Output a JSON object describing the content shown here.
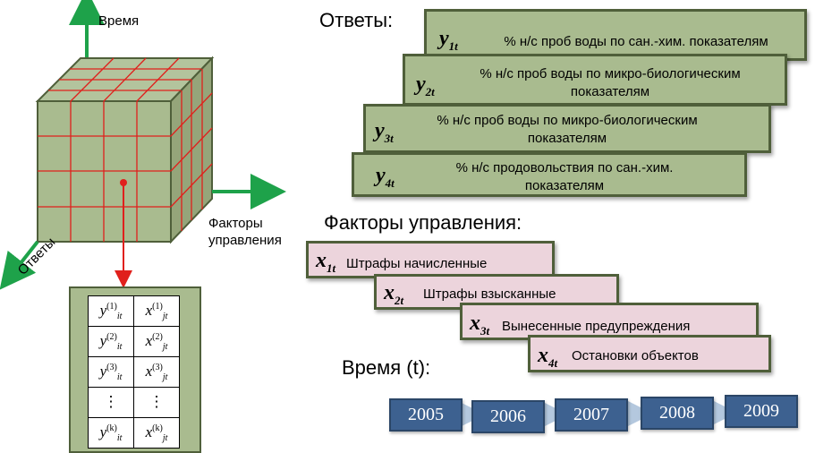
{
  "axes": {
    "time_label": "Время",
    "factors_label_line1": "Факторы",
    "factors_label_line2": "управления",
    "answers_label": "Ответы"
  },
  "responses": {
    "title": "Ответы:",
    "items": [
      {
        "var": "y",
        "sub": "1t",
        "text_line1": "% н/с проб воды по сан.-хим. показателям",
        "text_line2": ""
      },
      {
        "var": "y",
        "sub": "2t",
        "text_line1": "% н/с проб воды по микро-биологическим",
        "text_line2": "показателям"
      },
      {
        "var": "y",
        "sub": "3t",
        "text_line1": "% н/с проб воды по микро-биологическим",
        "text_line2": "показателям"
      },
      {
        "var": "y",
        "sub": "4t",
        "text_line1": "% н/с продовольствия по сан.-хим.",
        "text_line2": "показателям"
      }
    ]
  },
  "factors": {
    "title": "Факторы управления:",
    "items": [
      {
        "var": "x",
        "sub": "1t",
        "text": "Штрафы начисленные"
      },
      {
        "var": "x",
        "sub": "2t",
        "text": "Штрафы взысканные"
      },
      {
        "var": "x",
        "sub": "3t",
        "text": "Вынесенные предупреждения"
      },
      {
        "var": "x",
        "sub": "4t",
        "text": "Остановки объектов"
      }
    ]
  },
  "time": {
    "title": "Время (t):",
    "years": [
      "2005",
      "2006",
      "2007",
      "2008",
      "2009"
    ]
  },
  "matrix": {
    "rows": [
      {
        "y": "y",
        "y_sup": "(1)",
        "y_sub": "it",
        "x": "x",
        "x_sup": "(1)",
        "x_sub": "jt"
      },
      {
        "y": "y",
        "y_sup": "(2)",
        "y_sub": "it",
        "x": "x",
        "x_sup": "(2)",
        "x_sub": "jt"
      },
      {
        "y": "y",
        "y_sup": "(3)",
        "y_sub": "it",
        "x": "x",
        "x_sup": "(3)",
        "x_sub": "jt"
      },
      {
        "y": "⋮",
        "y_sup": "",
        "y_sub": "",
        "x": "⋮",
        "x_sup": "",
        "x_sub": ""
      },
      {
        "y": "y",
        "y_sup": "(k)",
        "y_sub": "it",
        "x": "x",
        "x_sup": "(k)",
        "x_sub": "jt"
      }
    ]
  },
  "colors": {
    "cube_fill": "#a9bb8f",
    "cube_edge": "#4f5f3a",
    "grid_red": "#e0201c",
    "axis_green": "#1ea24a",
    "response_box": "#a9bb8f",
    "factor_box": "#ecd4dc",
    "year_box": "#3d6190",
    "arrow_light": "#b4c8de"
  }
}
